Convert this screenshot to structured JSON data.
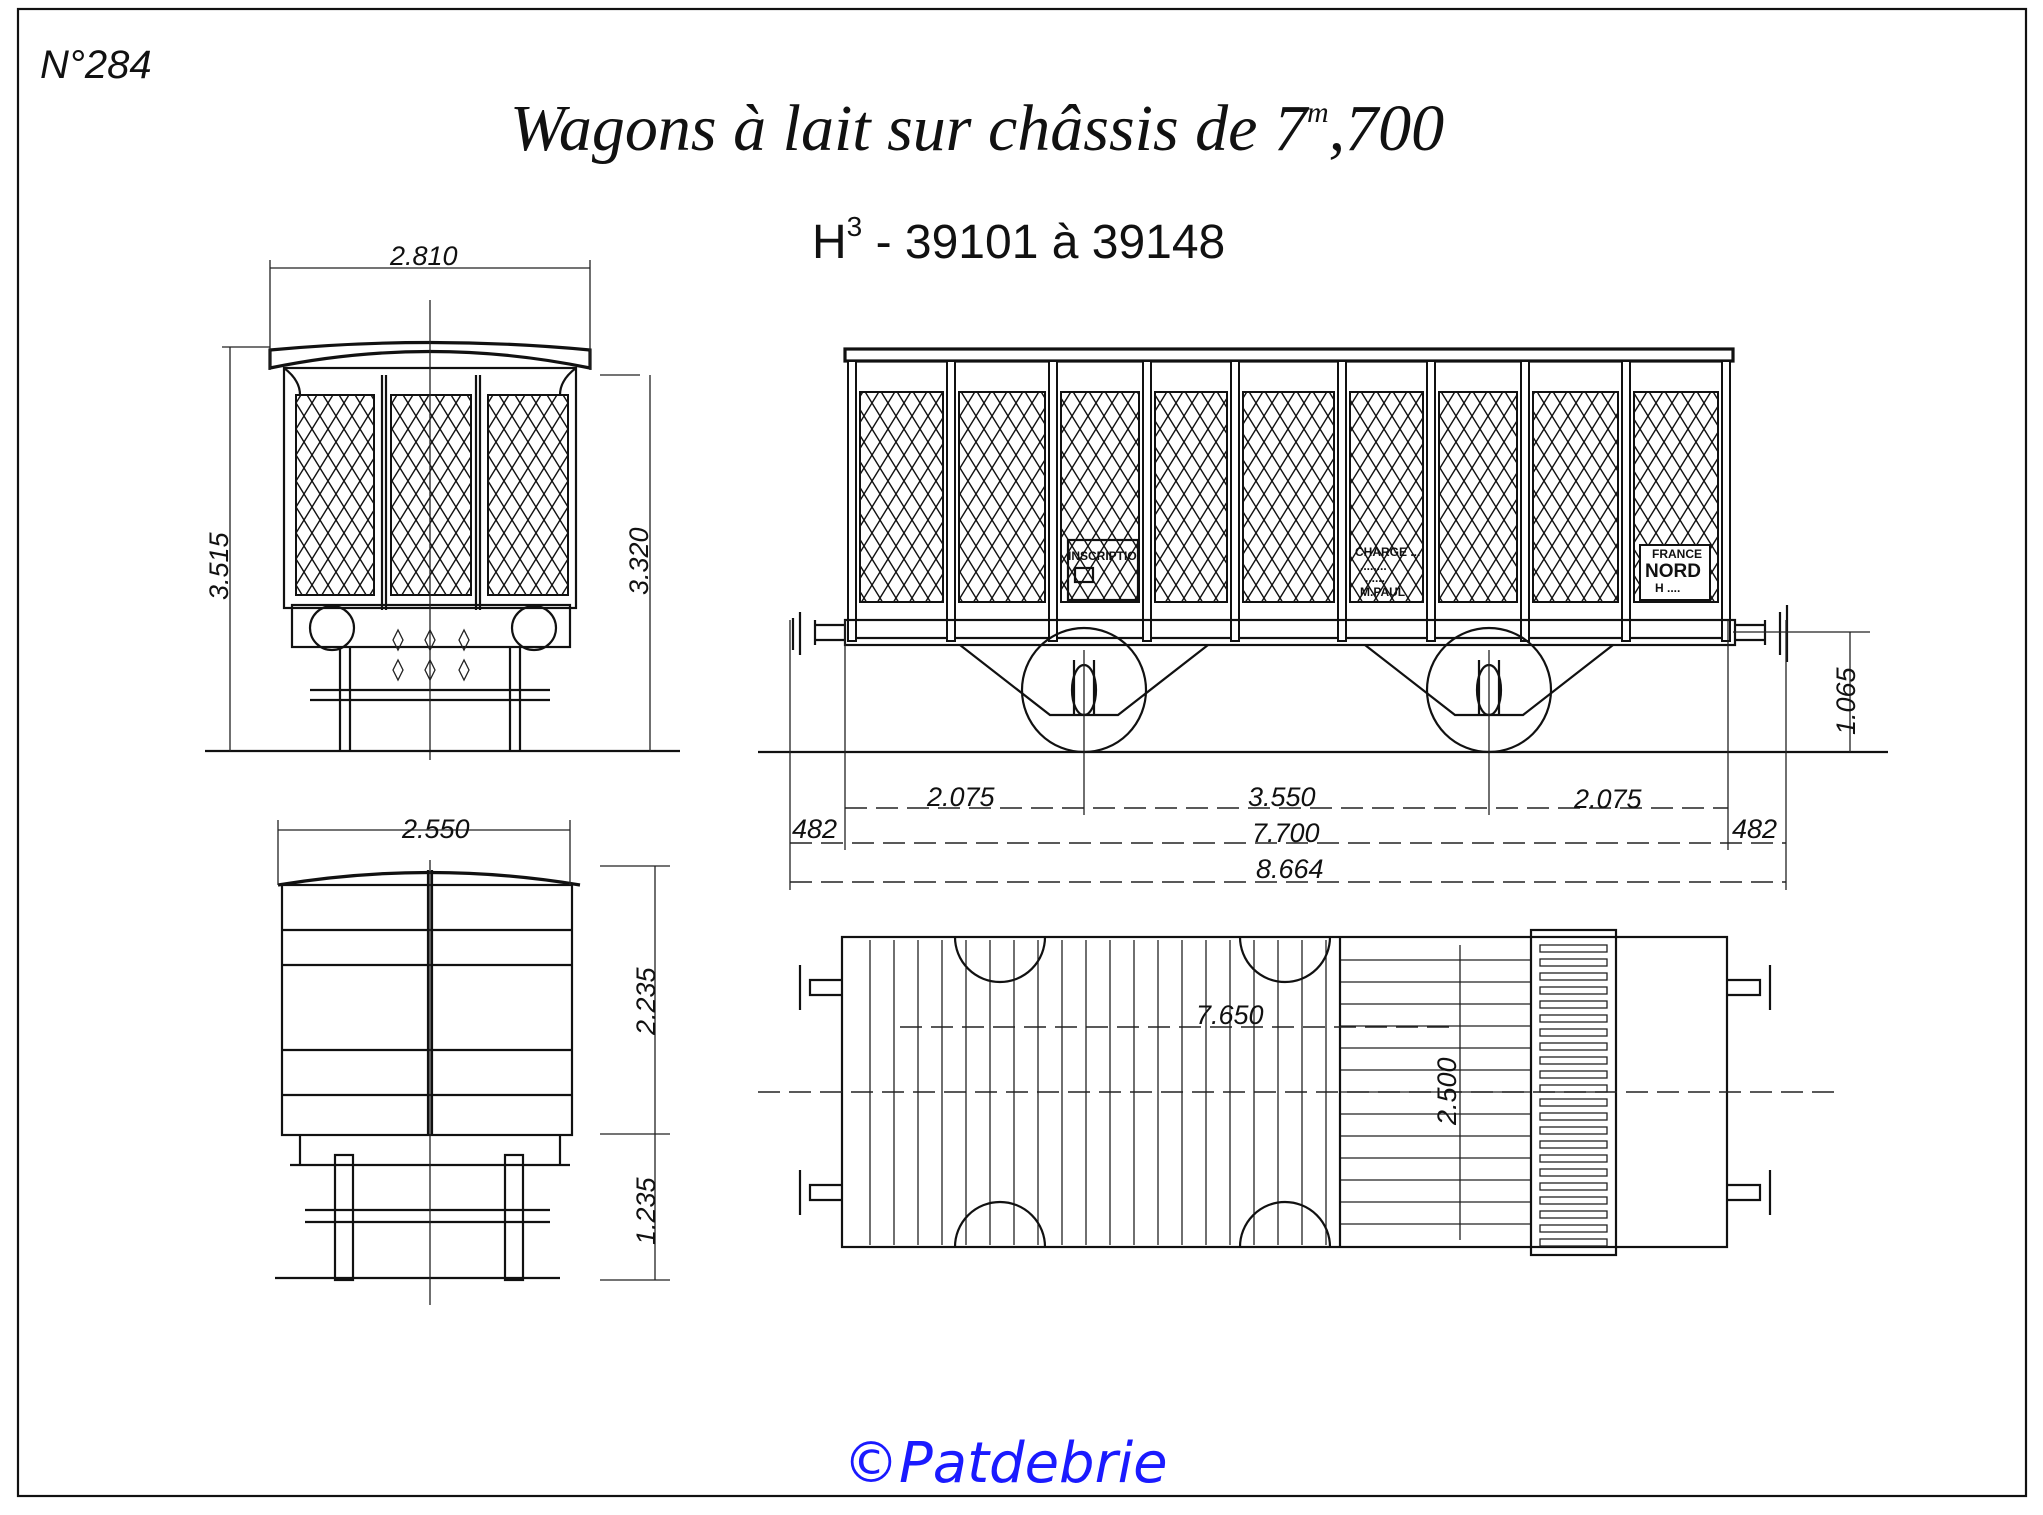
{
  "plate_number": "N°284",
  "title": "Wagons à lait sur châssis de 7m700",
  "title_main": "Wagons à lait sur châssis de 7",
  "title_sup": "m",
  "title_tail": ",700",
  "subtitle_prefix": "H",
  "subtitle_sup": "3",
  "subtitle_rest": " - 39101 à 39148",
  "watermark": "©Patdebrie",
  "markings": {
    "inscription": "INSCRIPTIO",
    "chalk_lines": [
      "CHARGE ...",
      "........",
      "......",
      "M.PAUL"
    ],
    "france": "FRANCE",
    "nord": "NORD",
    "number": "H ...."
  },
  "dimensions": {
    "end_width_top": "2.810",
    "end_height_total": "3.515",
    "end_height_body": "3.320",
    "buffer_height": "1.065",
    "overhang_left": "2.075",
    "wheelbase": "3.550",
    "overhang_right": "2.075",
    "buffer_left": "482",
    "chassis_length": "7.700",
    "buffer_right": "482",
    "total_length": "8.664",
    "end_width_lower": "2.550",
    "lower_height_body": "2.235",
    "lower_height_frame": "1.235",
    "plan_length": "7.650",
    "plan_width": "2.500"
  },
  "colors": {
    "ink": "#111111",
    "watermark": "#1a1aff"
  }
}
